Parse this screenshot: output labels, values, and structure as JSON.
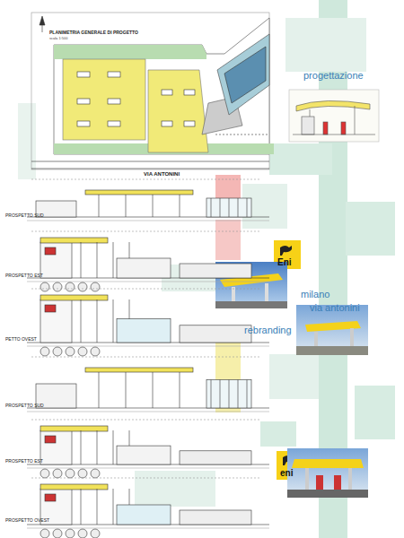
{
  "diagram": {
    "labels": [
      "PLANIMETRIA GENERALE DI PROGETTO",
      "scala 1:500",
      "VIA ANTONINI",
      "PROSPETTO SUD",
      "PROSPETTO EST",
      "PETTO OVEST",
      "PROSPETTO SUD",
      "PROSPETTO EST",
      "PROSPETTO OVEST",
      "progettazione",
      "milano",
      "via antonini",
      "rebranding",
      "Eni",
      "eni"
    ]
  }
}
